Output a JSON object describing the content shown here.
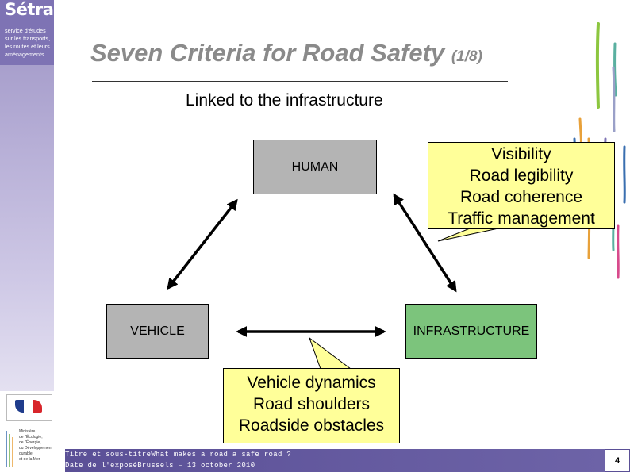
{
  "branding": {
    "logo_name": "Sétra",
    "logo_lines": [
      "service d'études",
      "sur les transports,",
      "les routes et leurs",
      "aménagements"
    ],
    "ministry_lines": [
      "Ministère",
      "de l'Écologie,",
      "de l'Énergie,",
      "du Développement",
      "durable",
      "et de la Mer"
    ]
  },
  "slide": {
    "title": "Seven Criteria for Road Safety",
    "pager": "(1/8)",
    "subtitle": "Linked to the infrastructure"
  },
  "diagram": {
    "nodes": {
      "human": "HUMAN",
      "vehicle": "VEHICLE",
      "infrastructure": "INFRASTRUCTURE"
    },
    "callouts": {
      "infrastructure_criteria": [
        "Visibility",
        "Road legibility",
        "Road coherence",
        "Traffic management"
      ],
      "vehicle_criteria": [
        "Vehicle dynamics",
        "Road shoulders",
        "Roadside obstacles"
      ]
    },
    "colors": {
      "node_gray": "#b4b4b4",
      "node_green": "#7cc47c",
      "callout_yellow": "#ffff99"
    }
  },
  "footer": {
    "line1": "Titre et sous-titreWhat makes a road a safe road ?",
    "line2": "Date de l'exposéBrussels – 13 october 2010",
    "page_number": "4"
  }
}
